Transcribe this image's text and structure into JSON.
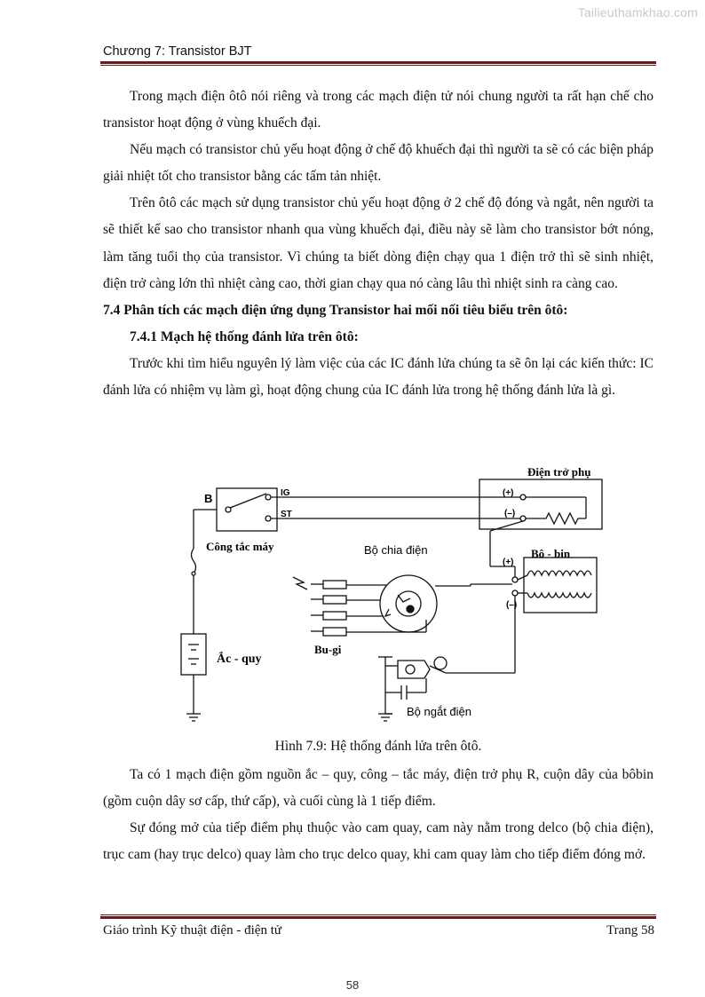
{
  "watermark": "Tailieuthamkhao.com",
  "header": {
    "chapter": "Chương 7: Transistor BJT"
  },
  "paragraphs": [
    "Trong mạch điện ôtô nói riêng và trong các mạch điện tử nói chung người ta rất hạn chế cho transistor hoạt động ở vùng khuếch đại.",
    "Nếu mạch có transistor chủ yếu hoạt động ở chế độ khuếch đại thì người ta sẽ có các biện pháp giải nhiệt tốt cho transistor bằng các tấm tản nhiệt.",
    "Trên ôtô các mạch sử dụng transistor chủ yếu hoạt động ở 2 chế độ đóng và ngắt, nên người ta sẽ thiết kế sao cho transistor nhanh qua vùng khuếch đại, điều này sẽ làm cho transistor bớt nóng, làm tăng tuổi thọ của transistor. Vì chúng ta biết dòng điện chạy qua 1 điện trở thì sẽ sinh nhiệt, điện trở càng lớn thì nhiệt càng cao, thời gian chạy qua nó càng lâu thì nhiệt sinh ra càng cao."
  ],
  "section": "7.4  Phân tích các mạch điện ứng dụng Transistor hai mối nối tiêu biểu trên ôtô:",
  "subsection": "7.4.1  Mạch hệ thống đánh lửa trên ôtô:",
  "paragraph_after_sub": "Trước khi tìm hiểu nguyên lý làm việc của các IC đánh lửa chúng ta sẽ ôn lại các kiến thức: IC đánh lửa có nhiệm vụ làm gì, hoạt động chung của IC đánh lửa trong hệ thống đánh lửa là gì.",
  "figure": {
    "labels": {
      "resistor": "Điện trở phụ",
      "b": "B",
      "ig": "IG",
      "st": "ST",
      "plus1": "(+)",
      "minus1": "(–)",
      "switch": "Công tắc máy",
      "distributor": "Bộ chia điện",
      "coil": "Bô - bin",
      "plus2": "(+)",
      "minus2": "(–)",
      "battery": "Ắc - quy",
      "spark": "Bu-gi",
      "breaker": "Bộ ngắt điện"
    },
    "caption": "Hình 7.9: Hệ thống đánh lửa trên ôtô."
  },
  "paragraphs2": [
    "Ta có 1 mạch điện gồm nguồn ắc – quy, công – tắc máy, điện trở phụ R, cuộn dây của bôbin (gồm cuộn dây sơ cấp, thứ cấp), và cuối cùng là 1 tiếp điểm.",
    "Sự đóng mở của tiếp điểm phụ thuộc vào cam quay, cam này nằm trong delco (bộ chia điện), trục cam (hay trục delco) quay làm cho trục delco quay, khi cam quay làm cho tiếp điểm đóng mở."
  ],
  "footer": {
    "left": "Giáo trình Kỹ thuật điện - điện tử",
    "right": "Trang 58"
  },
  "page_number": "58"
}
